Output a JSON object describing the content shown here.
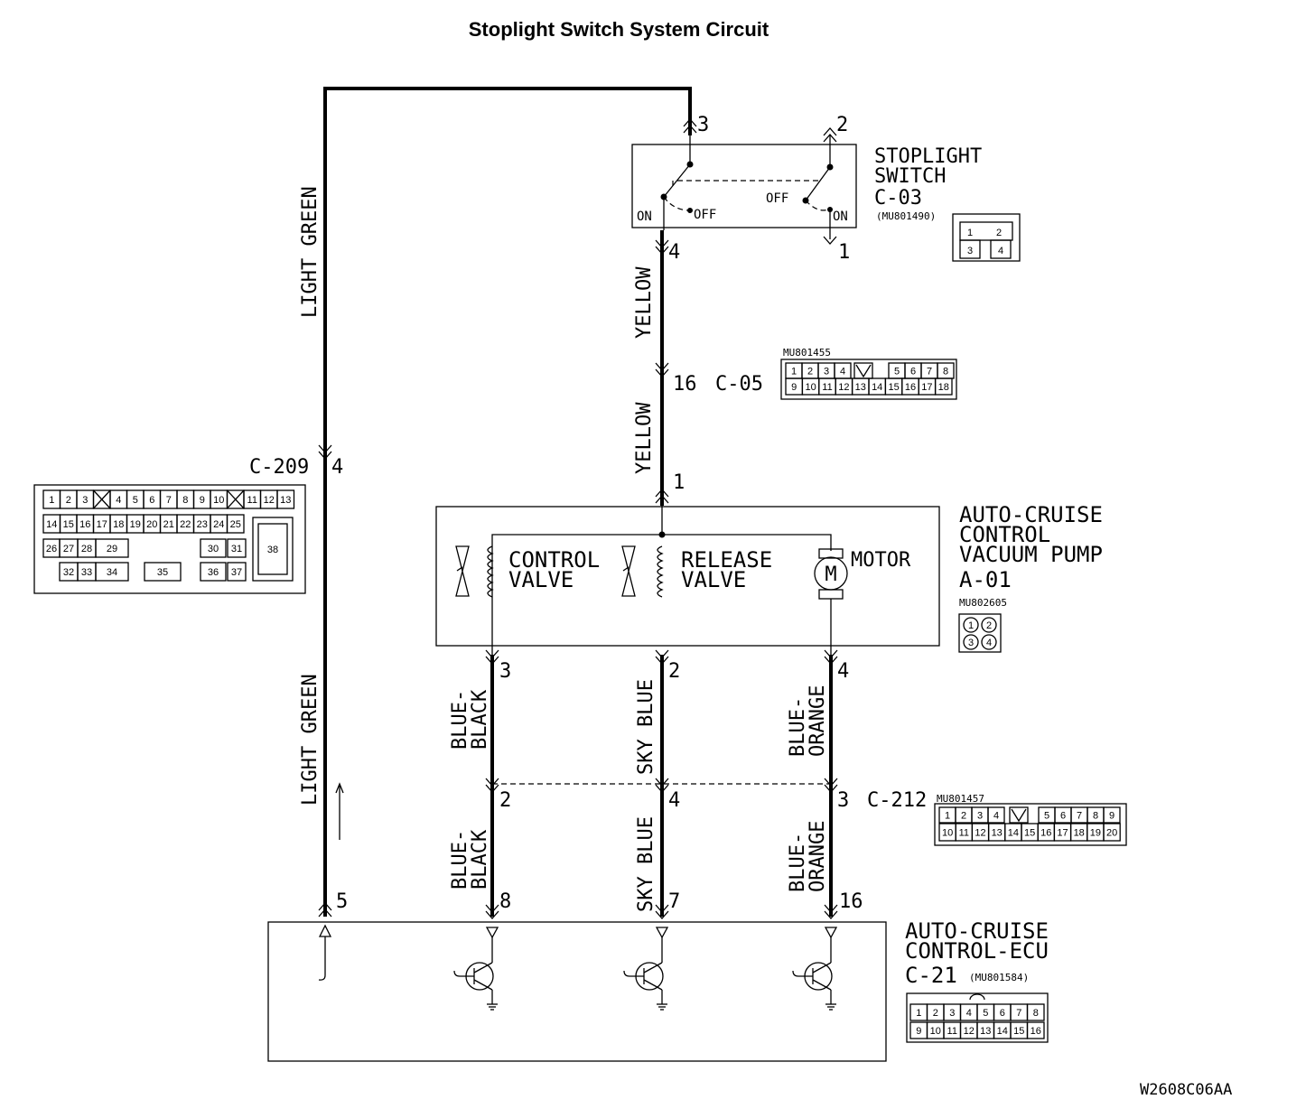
{
  "title": "Stoplight Switch System Circuit",
  "drawing_code": "W2608C06AA",
  "wires": {
    "light_green_upper": "LIGHT GREEN",
    "light_green_lower": "LIGHT GREEN",
    "yellow_upper": "YELLOW",
    "yellow_lower": "YELLOW",
    "blue_black_upper": [
      "BLUE-",
      "BLACK"
    ],
    "blue_black_lower": [
      "BLUE-",
      "BLACK"
    ],
    "sky_blue_upper": "SKY BLUE",
    "sky_blue_lower": "SKY BLUE",
    "blue_orange_upper": [
      "BLUE-",
      "ORANGE"
    ],
    "blue_orange_lower": [
      "BLUE-",
      "ORANGE"
    ]
  },
  "stoplight_switch": {
    "name_lines": [
      "STOPLIGHT",
      "SWITCH"
    ],
    "connector": "C-03",
    "part": "(MU801490)",
    "pins": {
      "top_left": "3",
      "top_right": "2",
      "bottom_left": "4",
      "bottom_right": "1"
    },
    "contacts": {
      "left_on": "ON",
      "left_off": "OFF",
      "right_off": "OFF",
      "right_on": "ON"
    },
    "connector_pins": [
      "1",
      "2",
      "3",
      "4"
    ]
  },
  "c05": {
    "pin": "16",
    "name": "C-05",
    "part": "MU801455",
    "row1": [
      "1",
      "2",
      "3",
      "4",
      "",
      "5",
      "6",
      "7",
      "8"
    ],
    "row2": [
      "9",
      "10",
      "11",
      "12",
      "13",
      "14",
      "15",
      "16",
      "17",
      "18"
    ]
  },
  "c209": {
    "name": "C-209",
    "pin": "4",
    "row1": [
      "1",
      "2",
      "3",
      "",
      "4",
      "5",
      "6",
      "7",
      "8",
      "9",
      "10",
      "",
      "11",
      "12",
      "13"
    ],
    "row2": [
      "14",
      "15",
      "16",
      "17",
      "18",
      "19",
      "20",
      "21",
      "22",
      "23",
      "24",
      "25"
    ],
    "row3": [
      "26",
      "27",
      "28",
      "29",
      "30",
      "31"
    ],
    "row4": [
      "32",
      "33",
      "34",
      "35",
      "36",
      "37"
    ],
    "big": "38"
  },
  "pump": {
    "name_lines": [
      "AUTO-CRUISE",
      "CONTROL",
      "VACUUM PUMP"
    ],
    "connector": "A-01",
    "part": "MU802605",
    "input_pin": "1",
    "control_valve_lines": [
      "CONTROL",
      "VALVE"
    ],
    "release_valve_lines": [
      "RELEASE",
      "VALVE"
    ],
    "motor_label": "MOTOR",
    "motor_symbol": "M",
    "out_pins": [
      "3",
      "2",
      "4"
    ],
    "connector_pins": [
      "1",
      "2",
      "3",
      "4"
    ]
  },
  "c212": {
    "name": "C-212",
    "part": "MU801457",
    "pins": [
      "2",
      "4",
      "3"
    ],
    "row1": [
      "1",
      "2",
      "3",
      "4",
      "",
      "5",
      "6",
      "7",
      "8",
      "9"
    ],
    "row2": [
      "10",
      "11",
      "12",
      "13",
      "14",
      "15",
      "16",
      "17",
      "18",
      "19",
      "20"
    ]
  },
  "ecu": {
    "name_lines": [
      "AUTO-CRUISE",
      "CONTROL-ECU"
    ],
    "connector": "C-21",
    "part": "(MU801584)",
    "pins": [
      "5",
      "8",
      "7",
      "16"
    ],
    "row1": [
      "1",
      "2",
      "3",
      "4",
      "5",
      "6",
      "7",
      "8"
    ],
    "row2": [
      "9",
      "10",
      "11",
      "12",
      "13",
      "14",
      "15",
      "16"
    ]
  }
}
